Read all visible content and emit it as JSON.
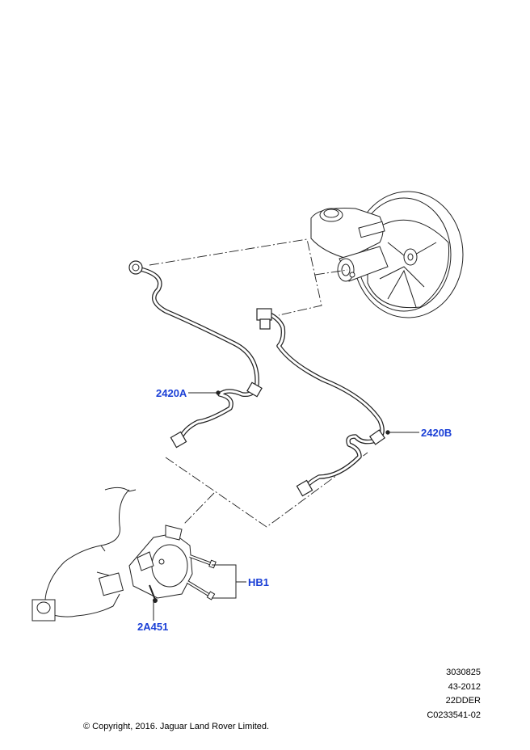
{
  "callouts": {
    "a2420a": "2420A",
    "a2420b": "2420B",
    "hb1": "HB1",
    "a2a451": "2A451"
  },
  "reference": [
    "3030825",
    "43-2012",
    "22DDER",
    "C0233541-02"
  ],
  "copyright": "© Copyright, 2016. Jaguar Land Rover Limited.",
  "colors": {
    "callout": "#1a3fd6",
    "line": "#000000",
    "part_fill": "#ffffff"
  }
}
